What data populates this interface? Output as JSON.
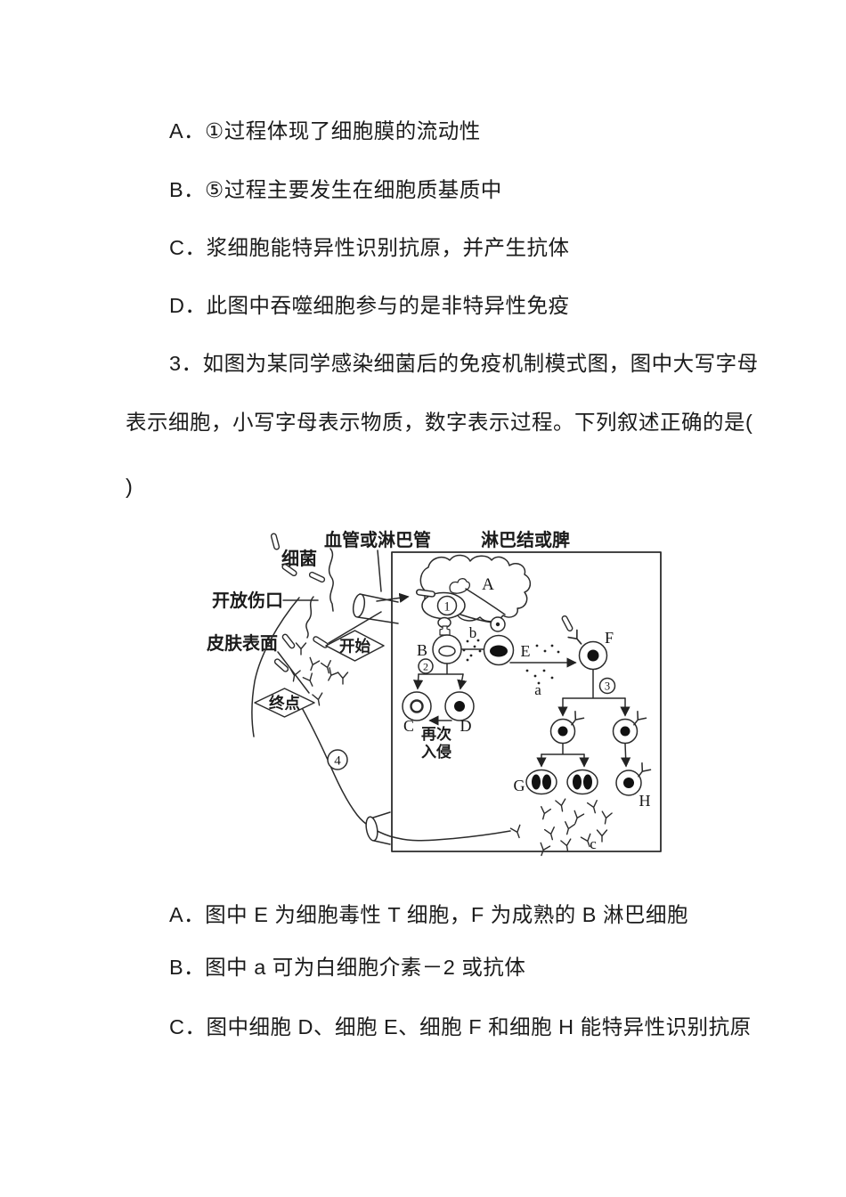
{
  "options_top": [
    "A．①过程体现了细胞膜的流动性",
    "B．⑤过程主要发生在细胞质基质中",
    "C．浆细胞能特异性识别抗原，并产生抗体",
    "D．此图中吞噬细胞参与的是非特异性免疫"
  ],
  "question": {
    "line1": "3．如图为某同学感染细菌后的免疫机制模式图，图中大写字母",
    "line2": "表示细胞，小写字母表示物质，数字表示过程。下列叙述正确的是(",
    "line3": ")"
  },
  "diagram": {
    "labels": {
      "bacteria": "细菌",
      "vessel": "血管或淋巴管",
      "lymph_node": "淋巴结或脾",
      "open_wound": "开放伤口",
      "skin_surface": "皮肤表面",
      "start": "开始",
      "end": "终点",
      "reinvade_line1": "再次",
      "reinvade_line2": "入侵"
    },
    "cells": {
      "A": "A",
      "B": "B",
      "C": "C",
      "D": "D",
      "E": "E",
      "F": "F",
      "G": "G",
      "H": "H"
    },
    "substances": {
      "a": "a",
      "b": "b",
      "c": "c"
    },
    "processes": {
      "p1": "1",
      "p2": "2",
      "p3": "3",
      "p4": "4"
    }
  },
  "options_bottom": [
    "A．图中 E 为细胞毒性 T 细胞，F 为成熟的 B 淋巴细胞",
    "B．图中 a 可为白细胞介素－2 或抗体",
    "C．图中细胞 D、细胞 E、细胞 F 和细胞 H 能特异性识别抗原"
  ]
}
